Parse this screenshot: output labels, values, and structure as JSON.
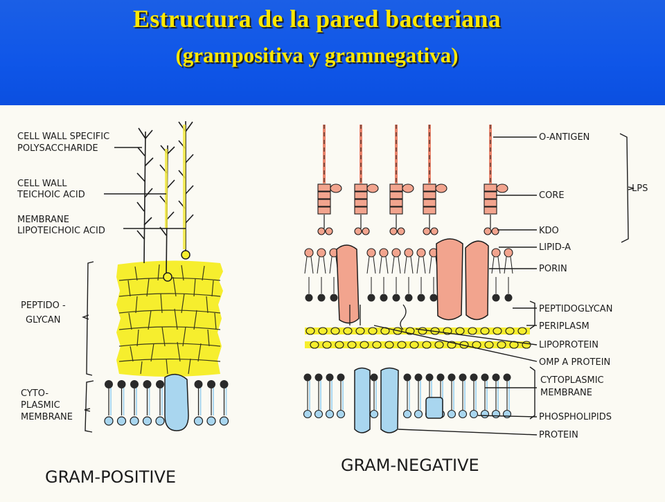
{
  "header": {
    "title": "Estructura de la pared bacteriana",
    "subtitle": "(grampositiva y gramnegativa)"
  },
  "gram_positive": {
    "caption": "GRAM-POSITIVE",
    "labels": {
      "polysaccharide_1": "CELL WALL SPECIFIC",
      "polysaccharide_2": "POLYSACCHARIDE",
      "teichoic_1": "CELL WALL",
      "teichoic_2": "TEICHOIC ACID",
      "lipoteichoic_1": "MEMBRANE",
      "lipoteichoic_2": "LIPOTEICHOIC ACID",
      "peptidoglycan_1": "PEPTIDO -",
      "peptidoglycan_2": "GLYCAN",
      "membrane_1": "CYTO-",
      "membrane_2": "PLASMIC",
      "membrane_3": "MEMBRANE"
    }
  },
  "gram_negative": {
    "caption": "GRAM-NEGATIVE",
    "labels": {
      "o_antigen": "O-ANTIGEN",
      "core": "CORE",
      "lps": "LPS",
      "kdo": "KDO",
      "lipid_a": "LIPID-A",
      "porin": "PORIN",
      "peptidoglycan": "PEPTIDOGLYCAN",
      "periplasm": "PERIPLASM",
      "lipoprotein": "LIPOPROTEIN",
      "omp_a": "OMP A PROTEIN",
      "membrane_1": "CYTOPLASMIC",
      "membrane_2": "MEMBRANE",
      "phospholipids": "PHOSPHOLIPIDS",
      "protein": "PROTEIN"
    }
  },
  "colors": {
    "header_blue": "#1559e6",
    "title_yellow": "#ffe800",
    "peptidoglycan_yellow": "#f6ee2e",
    "lps_salmon": "#f2a48e",
    "membrane_blue": "#a9d6ef",
    "ink": "#1c1c1c"
  }
}
